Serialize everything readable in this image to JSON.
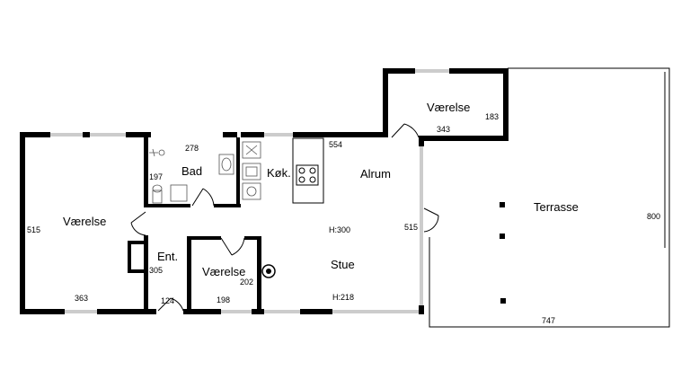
{
  "rooms": {
    "vaerelse_left": "Værelse",
    "vaerelse_top": "Værelse",
    "vaerelse_small": "Værelse",
    "bad": "Bad",
    "kok": "Køk.",
    "alrum": "Alrum",
    "ent": "Ent.",
    "stue": "Stue",
    "terrasse": "Terrasse"
  },
  "dimensions": {
    "d278": "278",
    "d197": "197",
    "d554": "554",
    "d343": "343",
    "d183": "183",
    "d515_left": "515",
    "d515_mid": "515",
    "d305": "305",
    "d363": "363",
    "d124": "124",
    "d198": "198",
    "d202": "202",
    "h300": "H:300",
    "h218": "H:218",
    "d800": "800",
    "d747": "747"
  }
}
